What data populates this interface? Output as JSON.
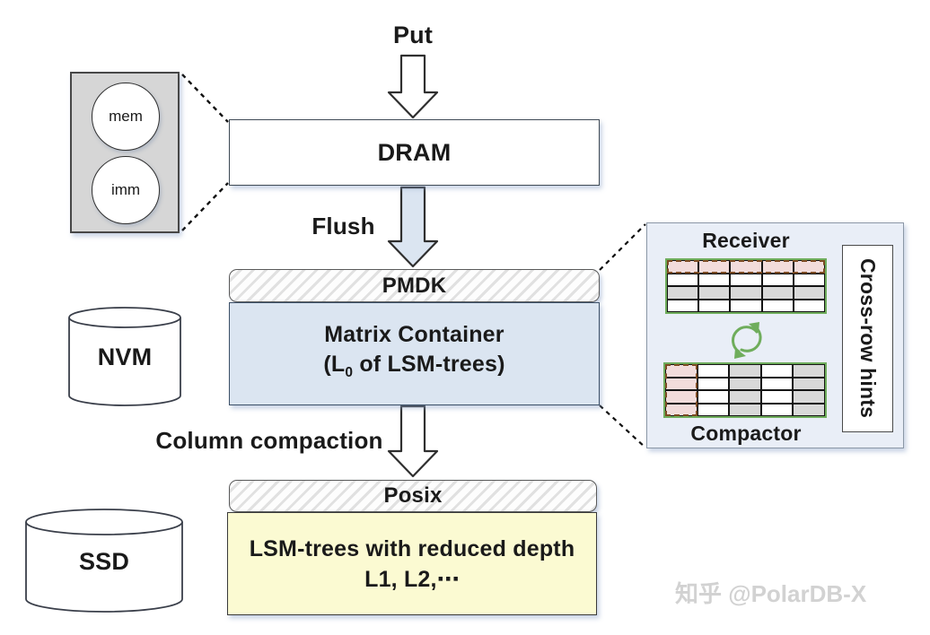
{
  "labels": {
    "put": "Put",
    "flush": "Flush",
    "column_compaction": "Column compaction",
    "dram": "DRAM",
    "pmdk": "PMDK",
    "posix": "Posix",
    "nvm": "NVM",
    "ssd": "SSD",
    "mem": "mem",
    "imm": "imm"
  },
  "matrix_container": {
    "line1": "Matrix Container",
    "line2_prefix": "(L",
    "line2_sub": "0",
    "line2_suffix": " of LSM-trees)"
  },
  "lsm_box": {
    "line1": "LSM-trees with reduced depth",
    "line2": "L1, L2,⋯"
  },
  "panel": {
    "receiver_label": "Receiver",
    "compactor_label": "Compactor",
    "hints_label": "Cross-row hints",
    "receiver_table": {
      "highlight": "first-row",
      "cells": [
        [
          "pink",
          "pink",
          "pink",
          "pink",
          "pink"
        ],
        [
          "white",
          "white",
          "white",
          "white",
          "white"
        ],
        [
          "gray",
          "gray",
          "gray",
          "gray",
          "gray"
        ],
        [
          "white",
          "white",
          "white",
          "white",
          "white"
        ]
      ]
    },
    "compactor_table": {
      "highlight": "first-column",
      "cells": [
        [
          "pink",
          "white",
          "gray",
          "white",
          "gray"
        ],
        [
          "pink",
          "white",
          "gray",
          "white",
          "gray"
        ],
        [
          "pink",
          "white",
          "gray",
          "white",
          "gray"
        ],
        [
          "pink",
          "white",
          "gray",
          "white",
          "gray"
        ]
      ]
    }
  },
  "watermark": "知乎 @PolarDB-X",
  "colors": {
    "pink": "#f2dcdb",
    "gray": "#d9d9d9",
    "white": "#ffffff",
    "table_border_green": "#6fad5c",
    "highlight_dash_brown": "#7b4a21",
    "swap_arrows_green": "#6fad5c",
    "matrix_fill_blue": "#dbe5f1",
    "panel_fill_blue": "#e9eef7",
    "lsm_fill_yellow": "#fbfad2",
    "flush_arrow_fill": "#dbe5f1",
    "memtable_gray": "#d6d6d6"
  }
}
